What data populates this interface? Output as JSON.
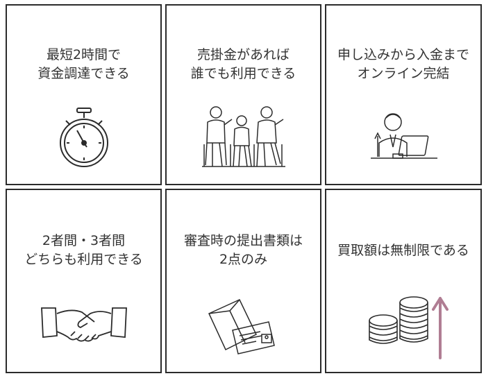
{
  "cards": [
    {
      "line1": "最短2時間で",
      "line2": "資金調達できる",
      "icon": "stopwatch-icon"
    },
    {
      "line1": "売掛金があれば",
      "line2": "誰でも利用できる",
      "icon": "people-sitting-icon"
    },
    {
      "line1": "申し込みから入金まで",
      "line2": "オンライン完結",
      "icon": "businessman-laptop-icon"
    },
    {
      "line1": "2者間・3者間",
      "line2": "どちらも利用できる",
      "icon": "handshake-icon"
    },
    {
      "line1": "審査時の提出書類は",
      "line2": "2点のみ",
      "icon": "documents-icon"
    },
    {
      "line1": "買取額は無制限である",
      "line2": "",
      "icon": "coins-arrow-up-icon"
    }
  ],
  "colors": {
    "border": "#2b2b2b",
    "text": "#333333",
    "arrow": "#b07d93"
  }
}
